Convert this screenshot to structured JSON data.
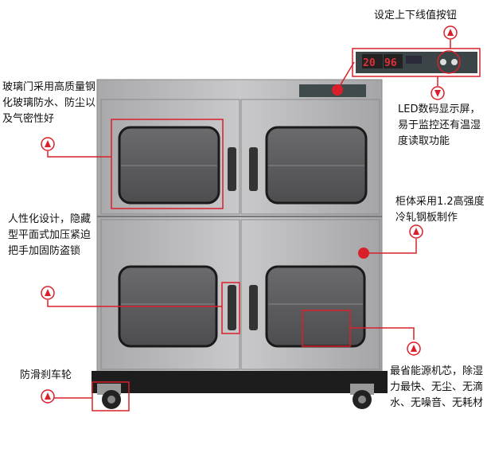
{
  "title_button_label": "设定上下线值按钮",
  "display": {
    "humidity_reading": "20",
    "temperature_reading": "96"
  },
  "callouts": {
    "glass_door": "玻璃门采用高质量钢化玻璃防水、防尘以及气密性好",
    "led_display": "LED数码显示屏，易于监控还有温湿度读取功能",
    "cabinet_body": "柜体采用1.2高强度冷轧钢板制作",
    "handle": "人性化设计，隐藏型平面式加压紧迫把手加固防盗锁",
    "wheel": "防滑刹车轮",
    "core": "最省能源机芯，除湿力最快、无尘、无滴水、无噪音、无耗材"
  },
  "colors": {
    "accent": "#d9202a",
    "cabinet": "#b9b9bb",
    "glass": "#5a5a5c"
  }
}
